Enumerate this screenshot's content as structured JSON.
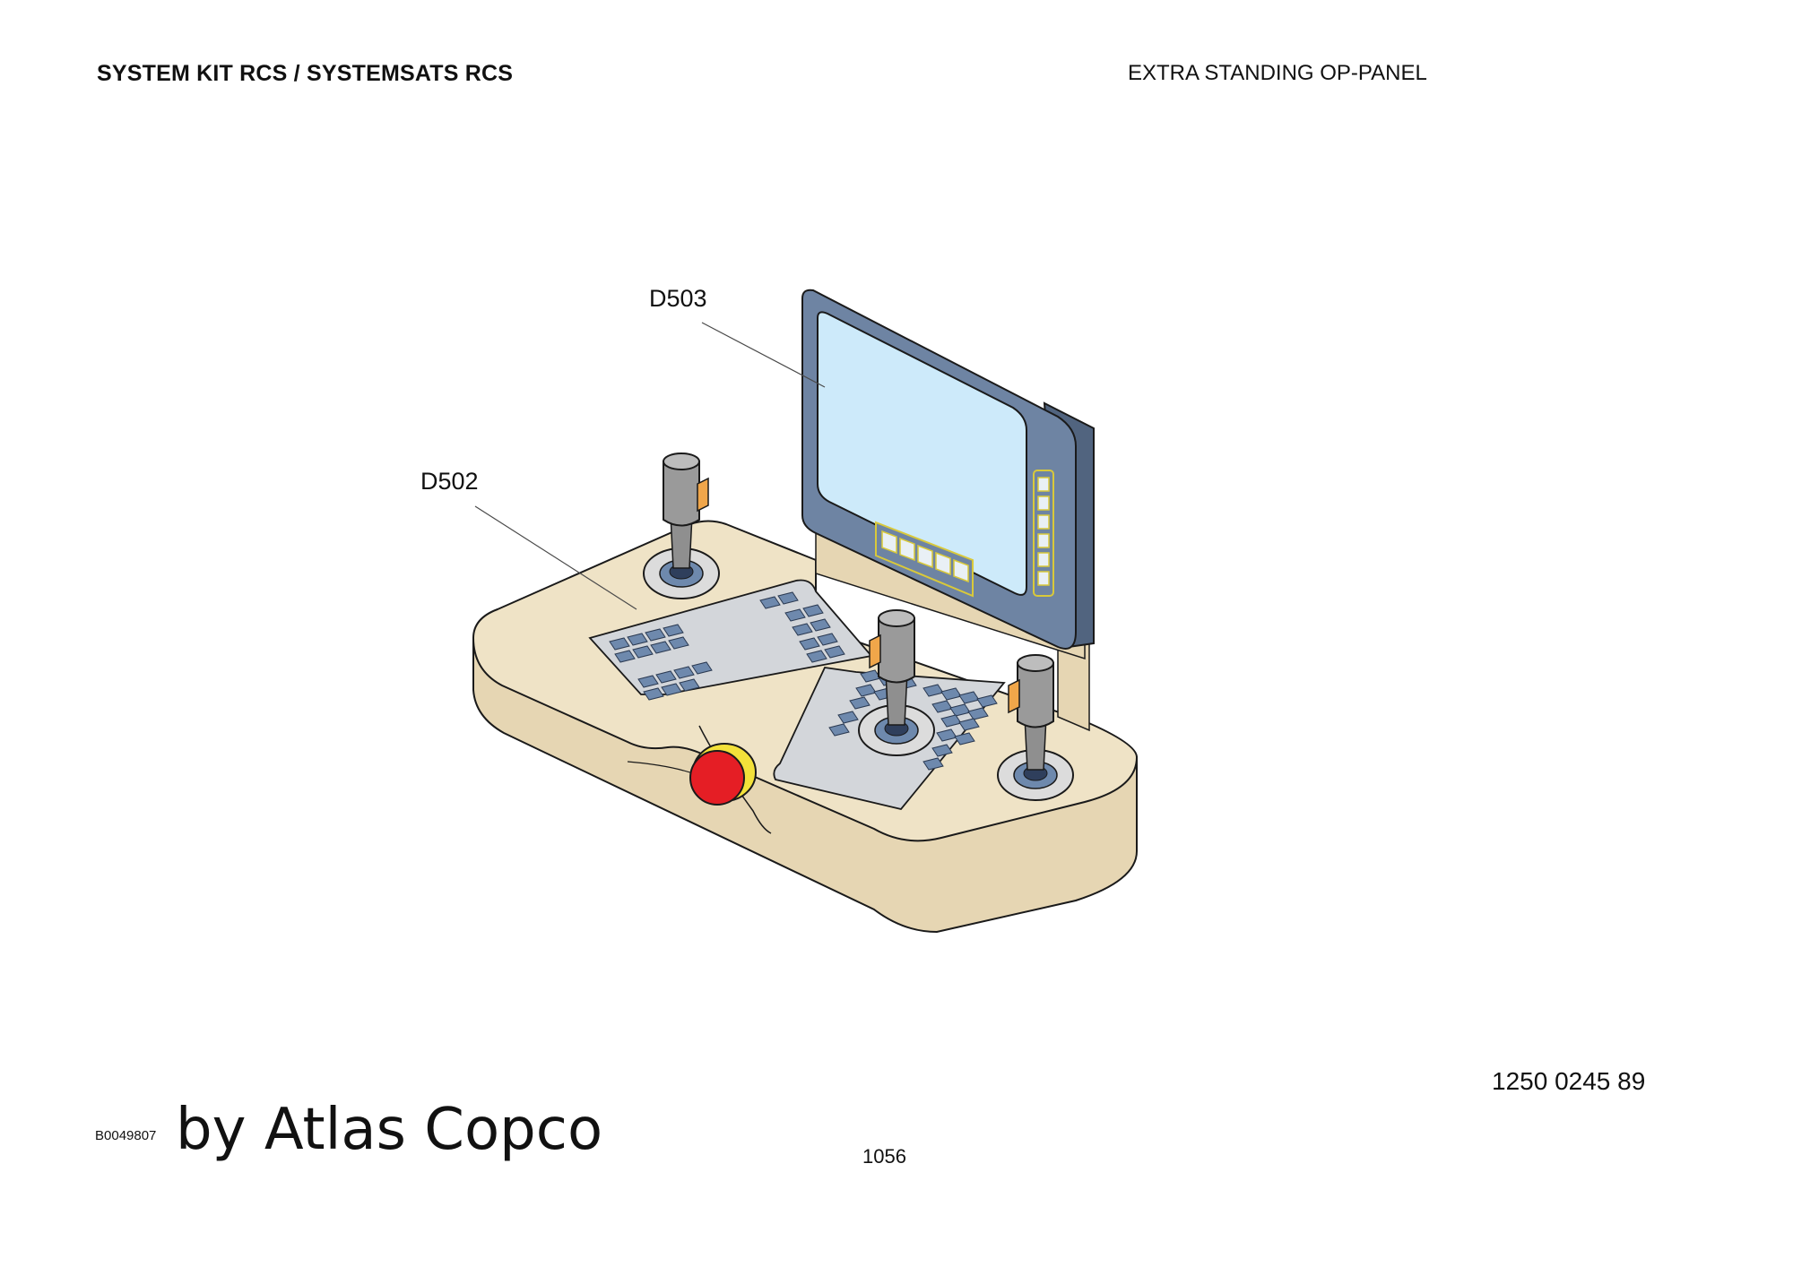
{
  "header": {
    "left_title": "SYSTEM KIT RCS / SYSTEMSATS RCS",
    "right_title": "EXTRA STANDING OP-PANEL"
  },
  "diagram": {
    "callouts": [
      {
        "id": "D503",
        "label": "D503"
      },
      {
        "id": "D502",
        "label": "D502"
      }
    ],
    "colors": {
      "console": "#efe3c6",
      "monitor_frame": "#6e84a3",
      "screen": "#cdeafa",
      "keypad": "#d3d6da",
      "key": "#6e89ad",
      "joystick": "#9a9a9a",
      "emergency_stop": "#e51e25",
      "emergency_ring": "#f3e13a",
      "grip_button": "#f0a64a"
    }
  },
  "footer": {
    "part_number": "1250 0245 89",
    "image_ref": "B0049807",
    "brand": "by Atlas Copco",
    "page_number": "1056"
  }
}
